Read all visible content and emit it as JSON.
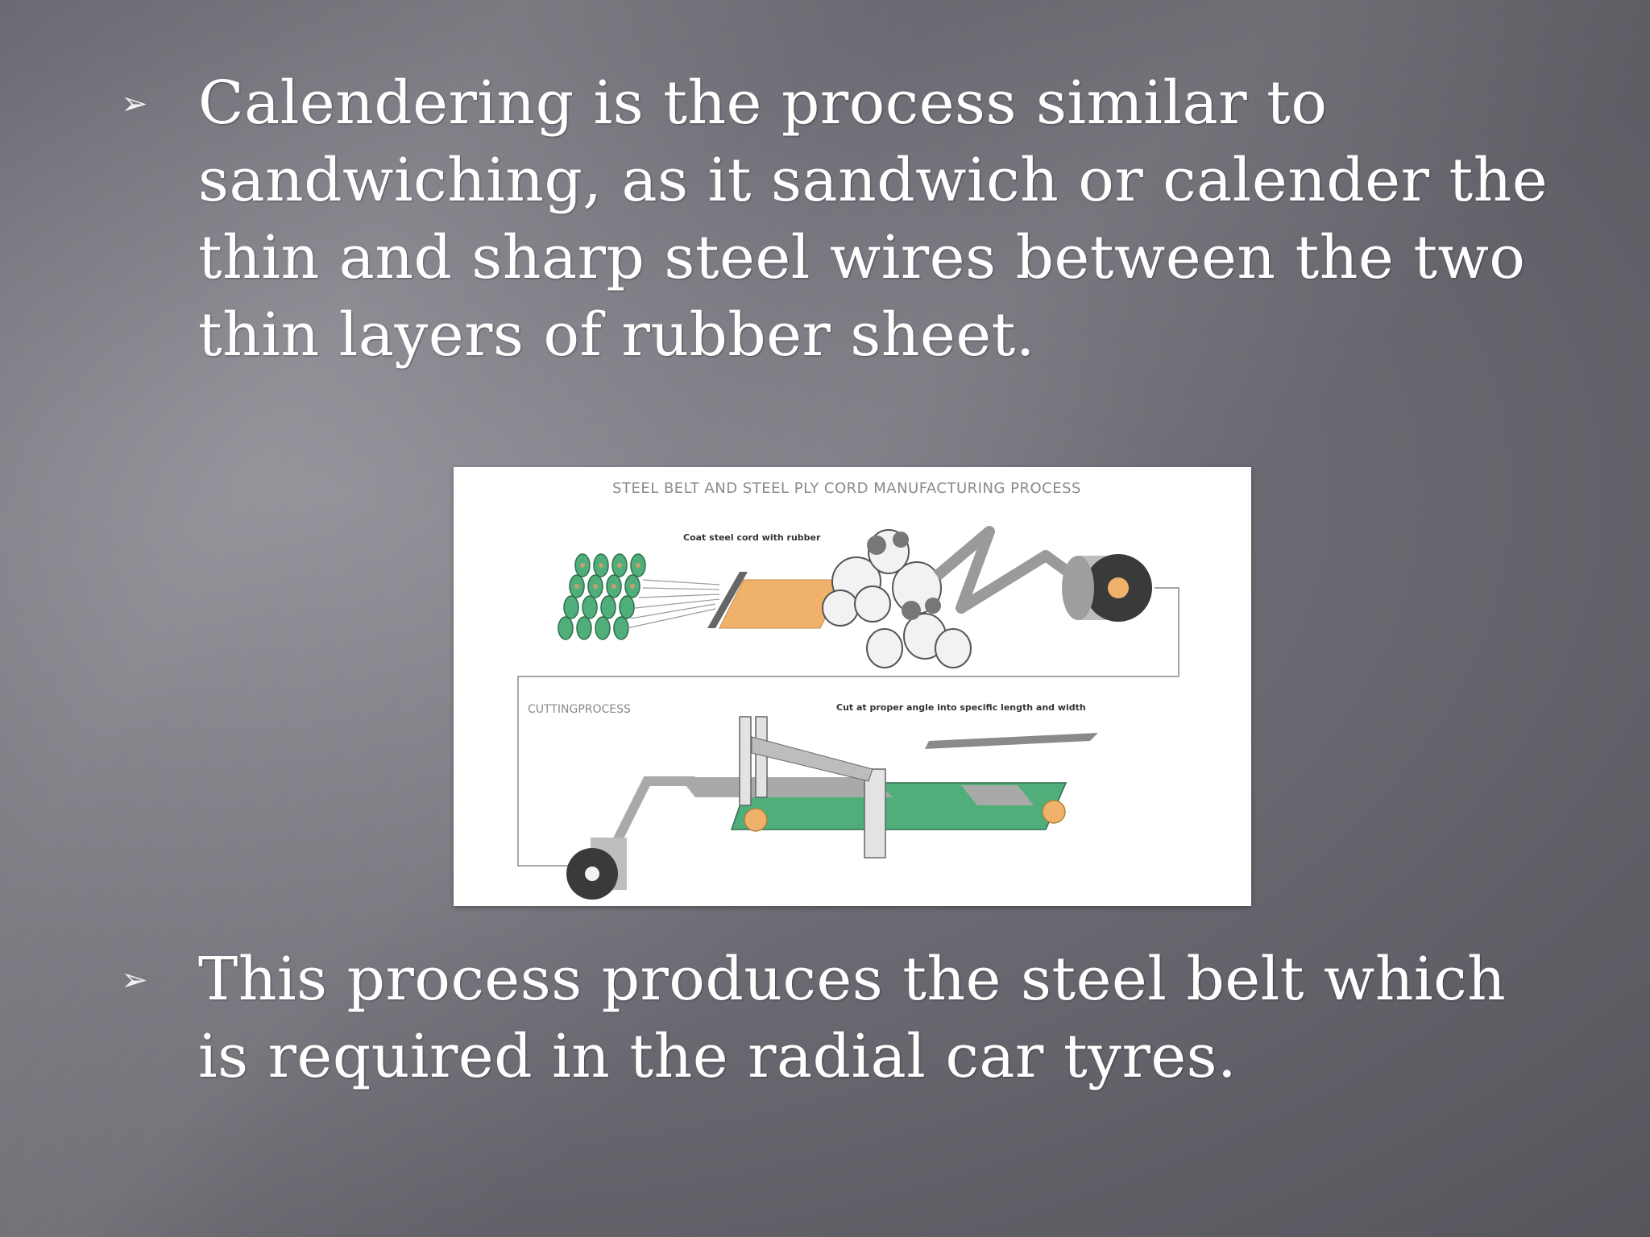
{
  "bullets": [
    {
      "marker": "➢",
      "text": "Calendering is the process similar to sandwiching, as it sandwich or calender the thin and sharp steel wires between the two thin layers of rubber sheet."
    },
    {
      "marker": "➢",
      "text": "This process produces the steel belt which is required in the radial car tyres."
    }
  ],
  "figure": {
    "title": "STEEL BELT AND STEEL PLY CORD MANUFACTURING PROCESS",
    "coat_label": "Coat steel cord with rubber",
    "cutting_label": "CUTTINGPROCESS",
    "cut_label": "Cut at proper angle into specific length and width",
    "colors": {
      "green": "#4fae7a",
      "orange": "#f0b26a",
      "gray": "#a9a9a9",
      "dark": "#3a3a3a"
    }
  }
}
